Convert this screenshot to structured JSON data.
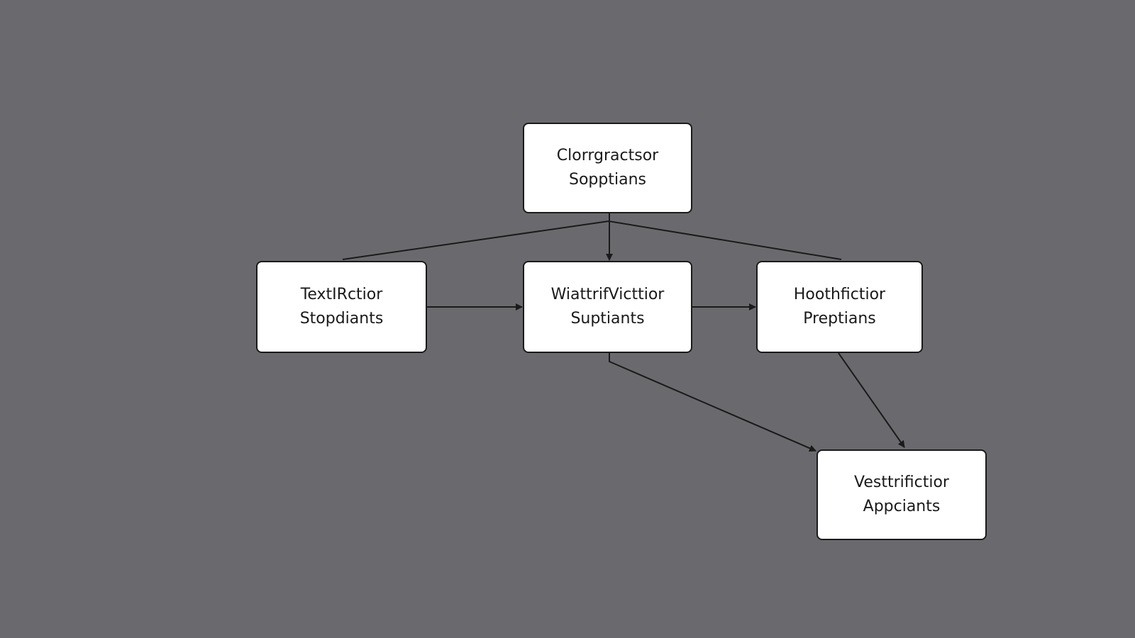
{
  "diagram": {
    "background_color": "#6a6a6e",
    "node_fill": "#ffffff",
    "stroke_color": "#1a1a1a",
    "nodes": [
      {
        "id": "top",
        "line1": "Clorrgractsor",
        "line2": "Sopptians"
      },
      {
        "id": "left",
        "line1": "TextIRctior",
        "line2": "Stopdiants"
      },
      {
        "id": "center",
        "line1": "WiattrifVicttior",
        "line2": "Suptiants"
      },
      {
        "id": "right",
        "line1": "Hoothfictior",
        "line2": "Preptians"
      },
      {
        "id": "bottom",
        "line1": "Vesttrifictior",
        "line2": "Appciants"
      }
    ],
    "edges": [
      {
        "from": "top",
        "to": "left",
        "arrow": false
      },
      {
        "from": "top",
        "to": "center",
        "arrow": true
      },
      {
        "from": "top",
        "to": "right",
        "arrow": false
      },
      {
        "from": "left",
        "to": "center",
        "arrow": true
      },
      {
        "from": "center",
        "to": "right",
        "arrow": true
      },
      {
        "from": "center",
        "to": "bottom",
        "arrow": true
      },
      {
        "from": "right",
        "to": "bottom",
        "arrow": true
      }
    ]
  }
}
